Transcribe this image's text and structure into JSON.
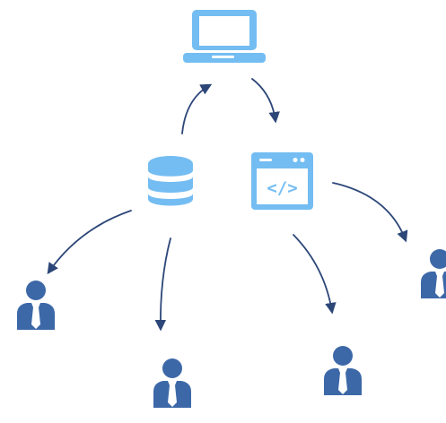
{
  "colors": {
    "icon_light": "#74BDF2",
    "user_blue": "#3D68A8",
    "tie_white": "#FFFFFF",
    "arrow": "#2C4678",
    "background": "#FFFFFF"
  },
  "nodes": {
    "laptop": {
      "icon": "laptop-icon"
    },
    "database": {
      "icon": "database-icon"
    },
    "code_window": {
      "icon": "code-window-icon",
      "glyph": "</>"
    },
    "users": [
      {
        "icon": "user-icon"
      },
      {
        "icon": "user-icon"
      },
      {
        "icon": "user-icon"
      },
      {
        "icon": "user-icon"
      }
    ]
  },
  "edges": [
    {
      "from": "database",
      "to": "laptop"
    },
    {
      "from": "laptop",
      "to": "code_window"
    },
    {
      "from": "database",
      "to": "user_left"
    },
    {
      "from": "database",
      "to": "user_bottom_left"
    },
    {
      "from": "code_window",
      "to": "user_bottom_right"
    },
    {
      "from": "code_window",
      "to": "user_right"
    }
  ]
}
